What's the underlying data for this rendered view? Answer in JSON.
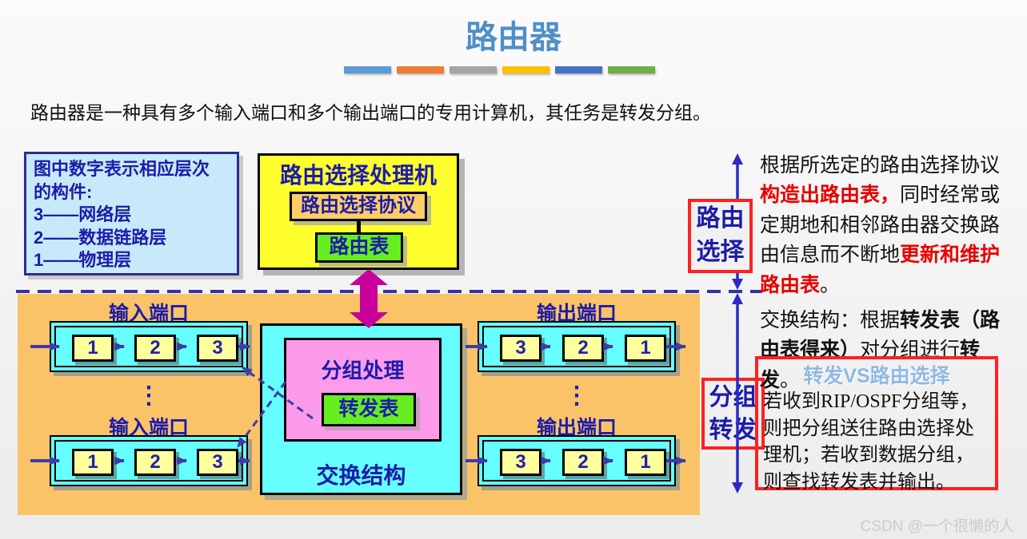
{
  "slide": {
    "title": "路由器",
    "intro": "路由器是一种具有多个输入端口和多个输出端口的专用计算机，其任务是转发分组。",
    "divider_colors": [
      "#5B9BD5",
      "#ED7D31",
      "#A5A5A5",
      "#FFC000",
      "#4472C4",
      "#70AD47"
    ]
  },
  "legend": {
    "lines": [
      "图中数字表示相应层次",
      "的构件:",
      "3——网络层",
      "2——数据链路层",
      "1——物理层"
    ]
  },
  "processor": {
    "title": "路由选择处理机",
    "protocol": "路由选择协议",
    "routing_table": "路由表"
  },
  "router": {
    "input_label": "输入端口",
    "output_label": "输出端口",
    "input_sequence": [
      "1",
      "2",
      "3"
    ],
    "output_sequence": [
      "3",
      "2",
      "1"
    ],
    "ellipsis": "⋮",
    "packet_processing": "分组处理",
    "forwarding_table": "转发表",
    "switching_fabric": "交换结构"
  },
  "annotations": {
    "route_selection": {
      "line1": "路由",
      "line2": "选择"
    },
    "packet_forwarding": {
      "line1": "分组",
      "line2": "转发"
    },
    "route_selection_text": [
      {
        "text": "根据所选定的路由选择协议",
        "style": "n"
      },
      {
        "text": "构造出路由表，",
        "style": "r"
      },
      {
        "text": "同时经常或定期地和相邻路由器交换路由信息而不断地",
        "style": "n"
      },
      {
        "text": "更新和维护路由表",
        "style": "r"
      },
      {
        "text": "。",
        "style": "n"
      }
    ],
    "switching_text": [
      {
        "text": "交换结构：根据",
        "style": "n"
      },
      {
        "text": "转发表（路由表得来）",
        "style": "b"
      },
      {
        "text": "对分组进行",
        "style": "n"
      },
      {
        "text": "转发",
        "style": "b"
      },
      {
        "text": "。",
        "style": "n"
      }
    ],
    "vs_box": {
      "title": "转发VS路由选择",
      "body": "若收到RIP/OSPF分组等，则把分组送往路由选择处理机；若收到数据分组，则查找转发表并输出。"
    }
  },
  "watermark": "CSDN @一个很懒的人",
  "colors": {
    "title_blue": "#4E8FC7",
    "navy_text": "#1C1CA8",
    "router_body_orange": "#FBC368",
    "port_cyan": "#66FFFF",
    "processor_yellow": "#FFFF2E",
    "port_module_yellow": "#FFFF9E",
    "packet_processing_pink": "#FB9BEA",
    "table_green": "#66EE22",
    "protocol_orange": "#FFCC66",
    "red_accent": "#FF2020",
    "magenta_arrow": "#C8009C",
    "flow_arrow_navy": "#3D3DA8",
    "vertical_arrow_blue": "#2B2BC4"
  }
}
